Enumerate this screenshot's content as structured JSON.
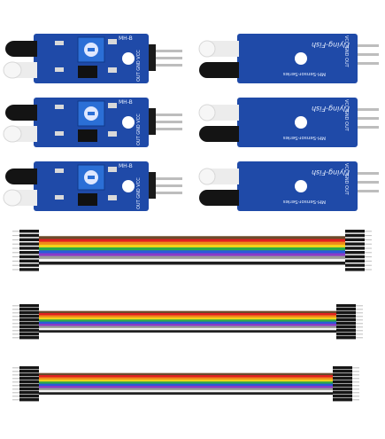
{
  "colors": {
    "background": "#ffffff",
    "pcb": "#1f4aa8",
    "pcb_dark": "#163a85",
    "pin": "#b8b8b8",
    "potentiometer": "#2b6fd6",
    "led_black": "#141414",
    "led_clear": "#f2f2f2"
  },
  "front_modules": [
    {
      "model": "MH-B",
      "pins_label": "OUT GND VCC"
    },
    {
      "model": "MH-B",
      "pins_label": "OUT GND VCC"
    },
    {
      "model": "MH-B",
      "pins_label": "OUT GND VCC"
    }
  ],
  "back_modules": [
    {
      "brand": "Flying-Fish",
      "series": "MH-Sensor-Series",
      "pins_label": "VCC GND OUT"
    },
    {
      "brand": "Flying-Fish",
      "series": "MH-Sensor-Series",
      "pins_label": "VCC GND OUT"
    },
    {
      "brand": "Flying-Fish",
      "series": "MH-Sensor-Series",
      "pins_label": "VCC GND OUT"
    }
  ],
  "ribbon_colors": [
    "#6b4a2a",
    "#e02020",
    "#f08a1a",
    "#f2d21a",
    "#2aa84a",
    "#2a5ad8",
    "#8a3ac8",
    "#9a9a9a",
    "#f4f4f4",
    "#202020"
  ]
}
